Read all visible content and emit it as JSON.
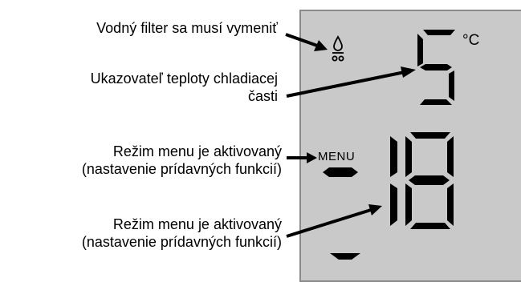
{
  "labels": {
    "water_filter": "Vodný filter sa musí vymeniť",
    "temp_indicator_line1": "Ukazovateľ teploty chladiacej",
    "temp_indicator_line2": "časti",
    "menu_mode_1_line1": "Režim menu je aktivovaný",
    "menu_mode_1_line2": "(nastavenie prídavných funkcií)",
    "menu_mode_2_line1": "Režim menu je aktivovaný",
    "menu_mode_2_line2": "(nastavenie prídavných funkcií)"
  },
  "display": {
    "temp_value": "5",
    "unit": "°C",
    "menu_label": "MENU",
    "setting_value": "18"
  },
  "colors": {
    "lcd_background": "#c9c9c9",
    "lcd_border": "#8a8a8a",
    "segment": "#000000"
  },
  "icons": {
    "water_filter": "water-drops-icon",
    "menu_indicator": "menu-bar-icon",
    "down_arrow": "triangle-down-icon"
  }
}
